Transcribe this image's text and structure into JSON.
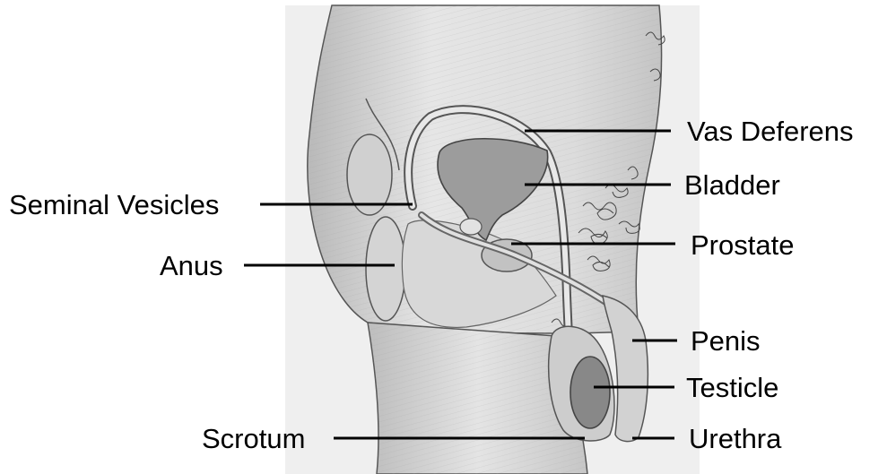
{
  "diagram": {
    "labels": {
      "vas_deferens": "Vas Deferens",
      "bladder": "Bladder",
      "seminal_vesicles": "Seminal Vesicles",
      "prostate": "Prostate",
      "anus": "Anus",
      "penis": "Penis",
      "testicle": "Testicle",
      "scrotum": "Scrotum",
      "urethra": "Urethra"
    }
  }
}
